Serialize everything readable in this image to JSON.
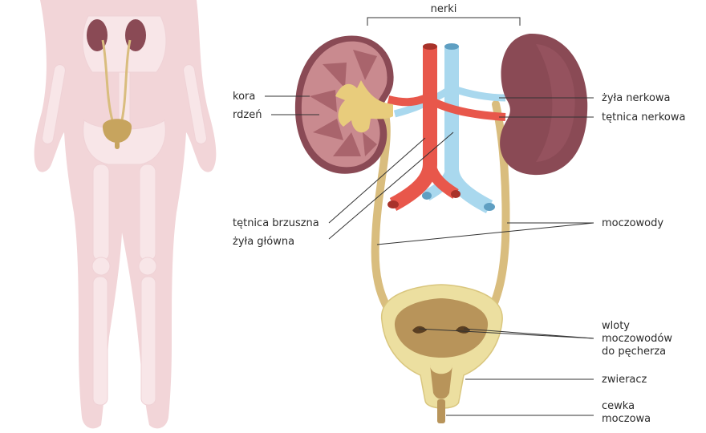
{
  "labels": {
    "nerki": "nerki",
    "kora": "kora",
    "rdzen": "rdzeń",
    "zyla_nerkowa": "żyła nerkowa",
    "tetnica_nerkowa": "tętnica nerkowa",
    "tetnica_brzuszna": "tętnica brzuszna",
    "zyla_glowna": "żyła główna",
    "moczowody": "moczowody",
    "wloty_1": "wloty",
    "wloty_2": "moczowodów",
    "wloty_3": "do pęcherza",
    "zwieracz": "zwieracz",
    "cewka_1": "cewka",
    "cewka_2": "moczowa"
  },
  "colors": {
    "body_silhouette": "#f2d5d8",
    "skeleton": "#f8e6e8",
    "kidney_outer": "#8a4a55",
    "cortex": "#c98a8f",
    "medulla": "#a9646c",
    "pelvis": "#e8cc7c",
    "ureter": "#d9bd7e",
    "artery": "#e8574b",
    "vein": "#a9d8ee",
    "bladder_outer": "#ecdfa0",
    "bladder_inner": "#b8945a"
  }
}
